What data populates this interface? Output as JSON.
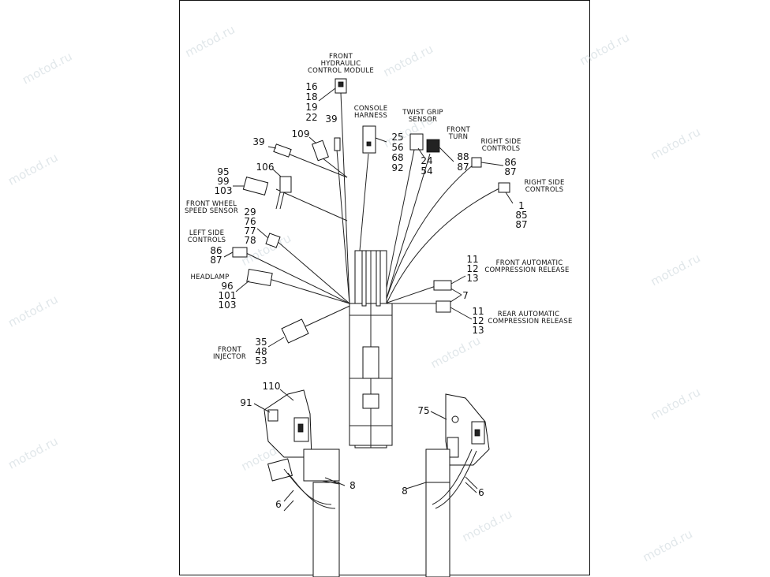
{
  "watermark": "motod.ru",
  "labels": {
    "front_hcm": [
      "FRONT",
      "HYDRAULIC",
      "CONTROL MODULE"
    ],
    "console_harness": [
      "CONSOLE",
      "HARNESS"
    ],
    "twist_grip": [
      "TWIST GRIP",
      "SENSOR"
    ],
    "front_turn": [
      "FRONT",
      "TURN"
    ],
    "right_side_controls_1": [
      "RIGHT SIDE",
      "CONTROLS"
    ],
    "right_side_controls_2": [
      "RIGHT SIDE",
      "CONTROLS"
    ],
    "front_wheel_speed": [
      "FRONT WHEEL",
      "SPEED SENSOR"
    ],
    "left_side_controls": [
      "LEFT SIDE",
      "CONTROLS"
    ],
    "headlamp": [
      "HEADLAMP"
    ],
    "front_acr": [
      "FRONT AUTOMATIC",
      "COMPRESSION RELEASE"
    ],
    "rear_acr": [
      "REAR AUTOMATIC",
      "COMPRESSION RELEASE"
    ],
    "front_injector": [
      "FRONT",
      "INJECTOR"
    ]
  },
  "numbers": {
    "hcm": [
      "16",
      "18",
      "19",
      "22"
    ],
    "hcm_39": "39",
    "n39_left": "39",
    "n109": "109",
    "console": [
      "25",
      "56",
      "68",
      "92"
    ],
    "twist": [
      "24",
      "54"
    ],
    "turn": [
      "88",
      "87"
    ],
    "rsc1": [
      "86",
      "87"
    ],
    "rsc2": [
      "1",
      "85",
      "87"
    ],
    "n106": "106",
    "fws_left": [
      "95",
      "99",
      "103"
    ],
    "mid_left": [
      "29",
      "76",
      "77",
      "78"
    ],
    "lsc": [
      "86",
      "87"
    ],
    "headlamp": [
      "96",
      "101",
      "103"
    ],
    "front_acr": [
      "11",
      "12",
      "13"
    ],
    "n7": "7",
    "rear_acr": [
      "11",
      "12",
      "13"
    ],
    "injector": [
      "35",
      "48",
      "53"
    ],
    "n110": "110",
    "n91": "91",
    "n75": "75",
    "n8_left": "8",
    "n8_right": "8",
    "n6_left": "6",
    "n6_right": "6"
  }
}
